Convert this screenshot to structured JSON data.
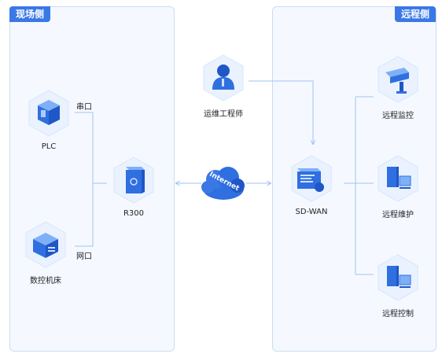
{
  "panels": {
    "left_title": "现场侧",
    "right_title": "远程侧"
  },
  "nodes": {
    "plc": "PLC",
    "cnc": "数控机床",
    "r300": "R300",
    "engineer": "运维工程师",
    "internet": "Internet",
    "sdwan": "SD-WAN",
    "monitor": "远程监控",
    "maintain": "远程维护",
    "control": "远程控制"
  },
  "ports": {
    "serial": "串口",
    "network": "网口"
  },
  "colors": {
    "accent": "#3a78e6",
    "panel_bg": "#f5f9ff",
    "panel_border": "#c9dcf5",
    "line": "#9ec2f2"
  }
}
